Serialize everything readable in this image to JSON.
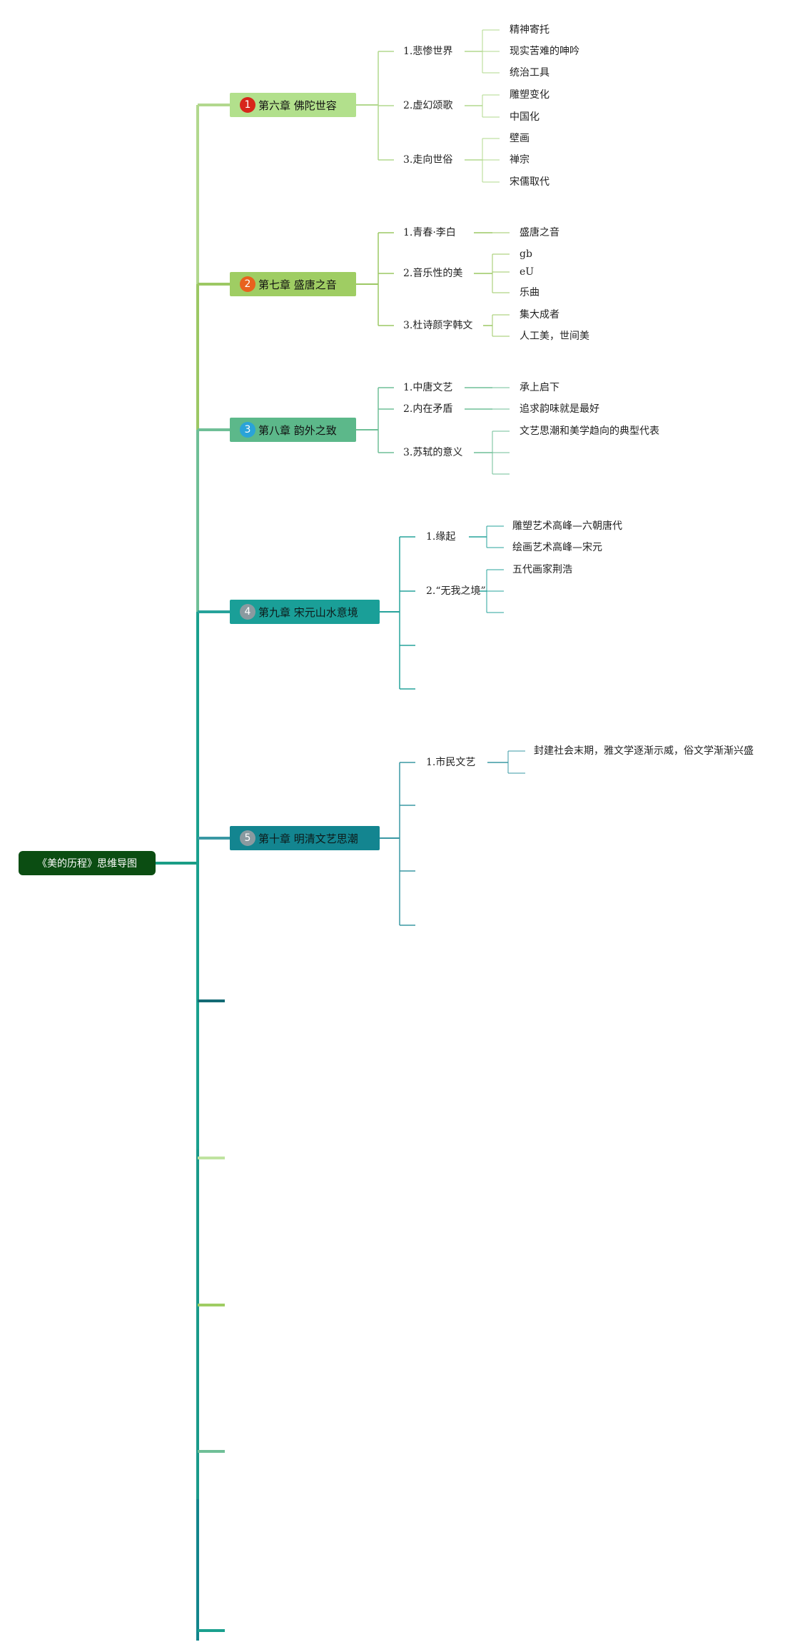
{
  "root": {
    "label": "《美的历程》思维导图"
  },
  "colors": {
    "root": "#0b4d12",
    "trunk_top": "#a9d27a",
    "trunk_mid": "#1aa08e",
    "trunk_bottom": "#12858c"
  },
  "chapters": [
    {
      "number": "1",
      "title": "第六章 佛陀世容",
      "fill": "#b2e08c",
      "badge": "#d7261b",
      "line": "#b2d88e",
      "subs": [
        {
          "label": "1.悲惨世界",
          "leaves": [
            "精神寄托",
            "现实苦难的呻吟",
            "统治工具"
          ]
        },
        {
          "label": "2.虚幻颂歌",
          "leaves": [
            "雕塑变化",
            "中国化"
          ]
        },
        {
          "label": "3.走向世俗",
          "leaves": [
            "壁画",
            "禅宗",
            "宋儒取代"
          ]
        }
      ]
    },
    {
      "number": "2",
      "title": "第七章 盛唐之音",
      "fill": "#9fcd63",
      "badge": "#e8621e",
      "line": "#9cc864",
      "subs": [
        {
          "label": "1.青春·李白",
          "leaves": [
            "盛唐之音"
          ]
        },
        {
          "label": "2.音乐性的美",
          "leaves": [
            "gb",
            "eU",
            "乐曲"
          ]
        },
        {
          "label": "3.杜诗颜字韩文",
          "leaves": [
            "集大成者",
            "人工美，世间美"
          ]
        }
      ]
    },
    {
      "number": "3",
      "title": "第八章 韵外之致",
      "fill": "#5cb88a",
      "badge": "#2aa3d8",
      "line": "#6fbf97",
      "subs": [
        {
          "label": "1.中唐文艺",
          "leaves": [
            "承上启下"
          ]
        },
        {
          "label": "2.内在矛盾",
          "leaves": [
            "追求韵味就是最好"
          ]
        },
        {
          "label": "3.苏轼的意义",
          "leaves": [
            "文艺思潮和美学趋向的典型代表",
            "",
            ""
          ]
        }
      ]
    },
    {
      "number": "4",
      "title": "第九章 宋元山水意境",
      "fill": "#1a9f98",
      "badge": "#8a9aa0",
      "line": "#27a39b",
      "subs": [
        {
          "label": "1.缘起",
          "leaves": [
            "雕塑艺术高峰—六朝唐代",
            "绘画艺术高峰—宋元"
          ]
        },
        {
          "label": "2.“无我之境”",
          "leaves": [
            "五代画家荆浩",
            "",
            ""
          ]
        },
        {
          "label": "",
          "leaves": []
        },
        {
          "label": "",
          "leaves": []
        }
      ]
    },
    {
      "number": "5",
      "title": "第十章 明清文艺思潮",
      "fill": "#138590",
      "badge": "#8a9aa0",
      "line": "#3a98a4",
      "subs": [
        {
          "label": "1.市民文艺",
          "leaves": [
            "封建社会末期，雅文学逐渐示威，俗文学渐渐兴盛",
            ""
          ]
        },
        {
          "label": "",
          "leaves": []
        },
        {
          "label": "",
          "leaves": []
        },
        {
          "label": "",
          "leaves": []
        }
      ]
    }
  ],
  "empty_branches": [
    {
      "color": "#136a74"
    },
    {
      "color": "#bfe3a0"
    },
    {
      "color": "#9fcd63"
    },
    {
      "color": "#6fbf97"
    },
    {
      "color": "#1aa08e"
    }
  ]
}
